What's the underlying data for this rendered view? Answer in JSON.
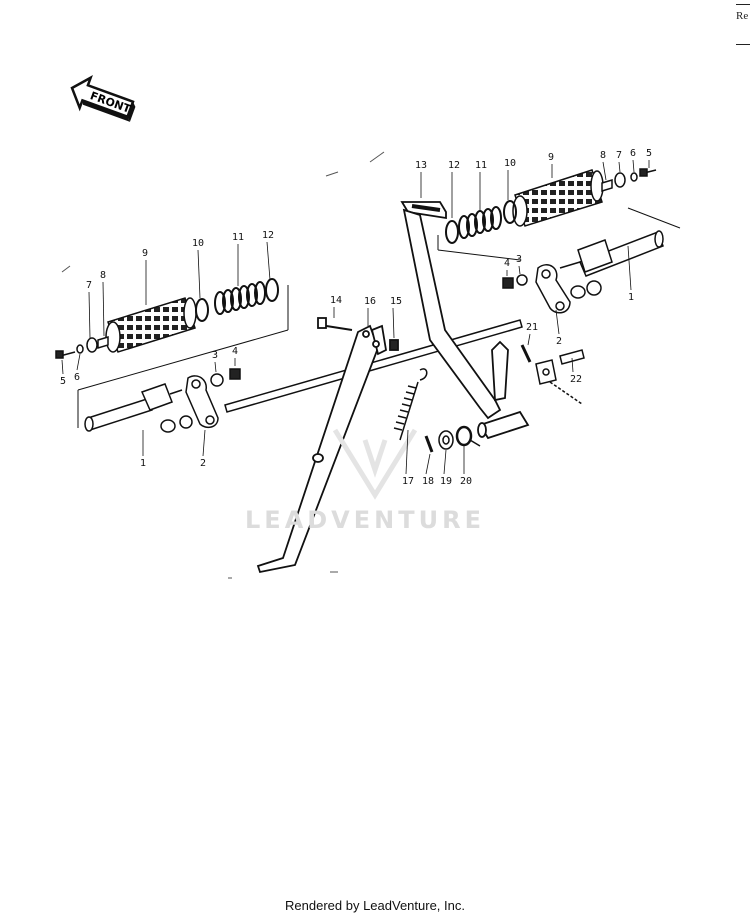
{
  "corner_label": "Re",
  "front_arrow_label": "FRONT",
  "watermark": "LEADVENTURE",
  "footer": "Rendered by LeadVenture, Inc.",
  "callouts": {
    "c13": "13",
    "c12r": "12",
    "c11r": "11",
    "c10r": "10",
    "c9r": "9",
    "c8r": "8",
    "c7r": "7",
    "c6r": "6",
    "c5r": "5",
    "c9l": "9",
    "c10l": "10",
    "c11l": "11",
    "c12l": "12",
    "c7l": "7",
    "c8l": "8",
    "c5l": "5",
    "c6l": "6",
    "c3l": "3",
    "c4l": "4",
    "c1l": "1",
    "c2l": "2",
    "c14": "14",
    "c16": "16",
    "c15": "15",
    "c4r": "4",
    "c3r": "3",
    "c1r": "1",
    "c21": "21",
    "c2r": "2",
    "c22": "22",
    "c17": "17",
    "c18": "18",
    "c19": "19",
    "c20": "20"
  }
}
